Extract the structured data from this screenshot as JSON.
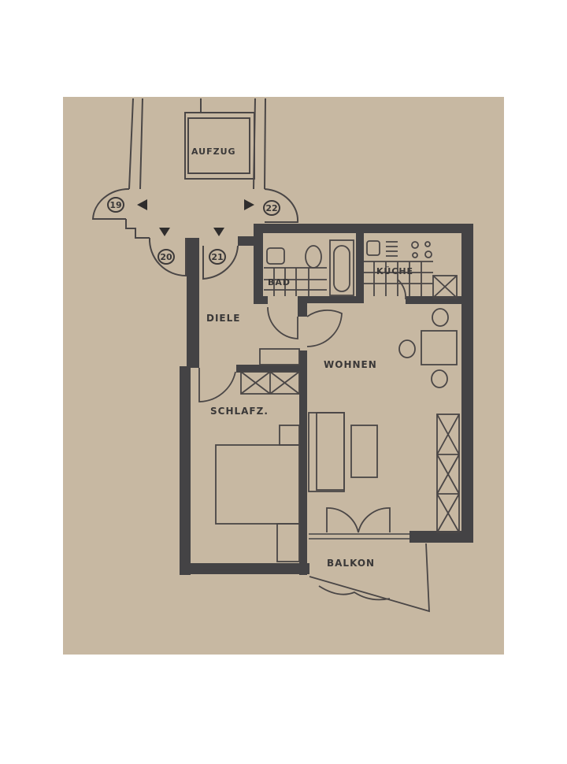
{
  "plan": {
    "paper_color": "#c7b8a2",
    "wall_color": "#444345",
    "line_color": "#4a4646",
    "rooms": {
      "elevator": "AUFZUG",
      "bathroom": "BAD",
      "kitchen": "KÜCHE",
      "hall": "DIELE",
      "living": "WOHNEN",
      "bedroom": "SCHLAFZ.",
      "balcony": "BALKON"
    },
    "apartment_numbers": [
      "19",
      "20",
      "21",
      "22"
    ]
  }
}
